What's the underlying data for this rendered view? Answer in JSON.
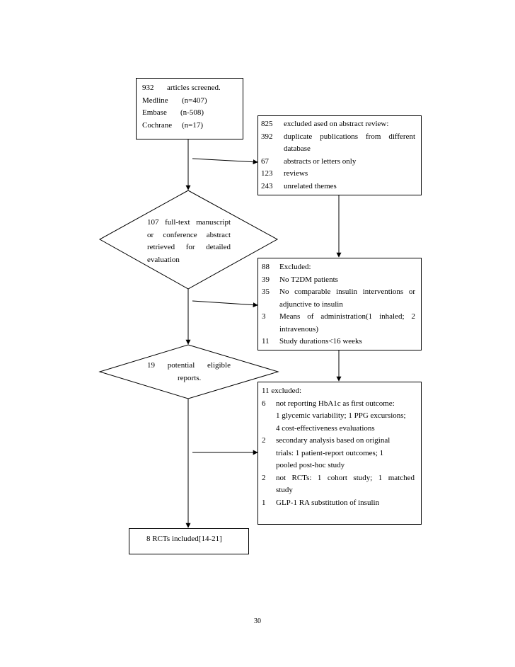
{
  "search": {
    "line1_count": "932",
    "line1_text": "articles screened.",
    "sources": [
      {
        "name": "Medline",
        "count": "(n=407)"
      },
      {
        "name": "Embase",
        "count": "(n-508)"
      },
      {
        "name": "Cochrane",
        "count": "(n=17)"
      }
    ]
  },
  "exclusion1": {
    "header_count": "825",
    "header_text": "excluded ased on abstract review:",
    "items": [
      {
        "count": "392",
        "line1": "duplicate publications from different",
        "line2": "database"
      },
      {
        "count": "67",
        "line1": "abstracts or letters only"
      },
      {
        "count": "123",
        "line1": "reviews"
      },
      {
        "count": "243",
        "line1": "unrelated themes"
      }
    ]
  },
  "decision1": {
    "lines": [
      "107 full-text manuscript",
      "or conference abstract",
      "retrieved for detailed",
      "evaluation"
    ]
  },
  "exclusion2": {
    "header_count": "88",
    "header_text": "Excluded:",
    "items": [
      {
        "count": "39",
        "line1": "No T2DM patients"
      },
      {
        "count": "35",
        "line1": "No comparable insulin interventions or",
        "line2": "adjunctive to insulin"
      },
      {
        "count": "3",
        "line1": "Means of administration(1 inhaled; 2",
        "line2": "intravenous)"
      },
      {
        "count": "11",
        "line1": "Study durations<16 weeks"
      }
    ]
  },
  "decision2": {
    "line1": "19 potential eligible",
    "line2": "reports."
  },
  "exclusion3": {
    "header": "11 excluded:",
    "items": [
      {
        "count": "6",
        "lines": [
          "not reporting HbA1c as first outcome:",
          "1 glycemic variability; 1 PPG excursions;",
          "4 cost-effectiveness evaluations"
        ]
      },
      {
        "count": "2",
        "lines": [
          "secondary analysis based on original",
          "trials: 1 patient-report outcomes; 1",
          "pooled post-hoc study"
        ]
      },
      {
        "count": "2",
        "lines": [
          "not RCTs: 1 cohort study; 1 matched",
          "study"
        ]
      },
      {
        "count": "1",
        "lines": [
          "GLP-1 RA substitution of insulin"
        ]
      }
    ]
  },
  "included": {
    "text": "8 RCTs included[14-21]"
  },
  "page_number": "30"
}
